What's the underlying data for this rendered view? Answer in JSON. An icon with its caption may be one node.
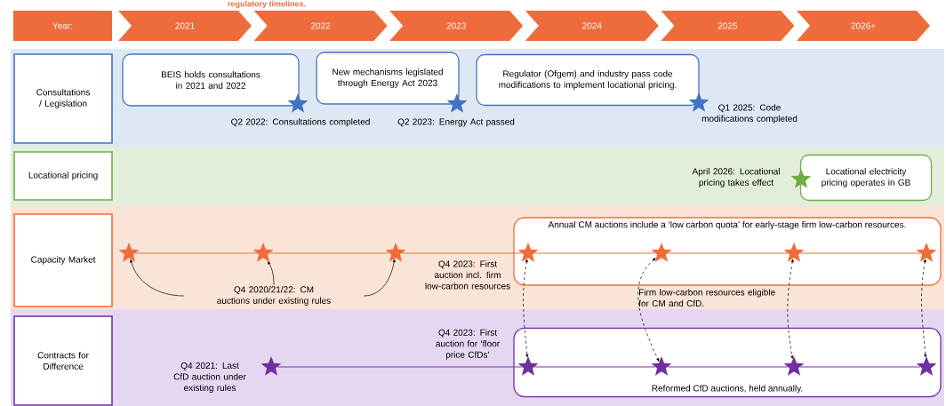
{
  "diagram": {
    "title": "regulatory timelines.",
    "nodes": [
      {
        "text": [
          "Year:"
        ]
      },
      {
        "text": [
          "2021"
        ]
      },
      {
        "text": [
          "2022"
        ]
      },
      {
        "text": [
          "2023"
        ]
      },
      {
        "text": [
          "2024"
        ]
      },
      {
        "text": [
          "2025"
        ]
      },
      {
        "text": [
          "2026+"
        ]
      },
      {
        "text": [
          "Consultations / Legislation"
        ]
      },
      {
        "text": [
          "Locational pricing"
        ]
      },
      {
        "text": [
          "Capacity Market"
        ]
      },
      {
        "text": [
          "Contracts for Difference"
        ]
      },
      {
        "text": [
          "BEIS holds consultations in 2021 and 2022"
        ]
      },
      {
        "text": [
          "New mechanisms legislated through Energy Act 2023"
        ]
      },
      {
        "text": [
          "Regulator (Ofgem) and industry pass code modifications to implement locational pricing."
        ]
      },
      {
        "text": [
          "Locational electricity pricing operates in GB"
        ]
      },
      {
        "text": [
          "Annual CM auctions include a ‘low carbon quota’ for early-stage firm low-carbon resources."
        ]
      },
      {
        "text": [
          "Reformed CfD auctions, held annually."
        ]
      },
      {
        "text": [],
        "shape": "star",
        "beside": [
          "Q2 2022: Consultations completed"
        ]
      },
      {
        "text": [],
        "shape": "star",
        "beside": [
          "Q2 2023: Energy Act passed"
        ]
      },
      {
        "text": [],
        "shape": "star",
        "beside": [
          "Q1 2025: Code modifications completed"
        ]
      },
      {
        "text": [],
        "shape": "star",
        "beside": [
          "April 2026: Locational pricing takes effect"
        ]
      },
      {
        "text": [],
        "shape": "star"
      },
      {
        "text": [],
        "shape": "star"
      },
      {
        "text": [],
        "shape": "star"
      },
      {
        "text": [],
        "shape": "star",
        "beside": [
          "Q4 2023: First auction incl. firm low-carbon resources"
        ],
        "in": 15
      },
      {
        "text": [],
        "shape": "star",
        "in": 15
      },
      {
        "text": [],
        "shape": "star",
        "in": 15
      },
      {
        "text": [],
        "shape": "star",
        "in": 15
      },
      {
        "text": [
          "Q4 2020/21/22: CM auctions under existing rules"
        ]
      },
      {
        "text": [],
        "shape": "star",
        "beside": [
          "Q4 2021: Last CfD auction under existing rules"
        ]
      },
      {
        "text": [],
        "shape": "star",
        "beside": [
          "Q4 2023: First auction for ‘floor price CfDs’"
        ],
        "in": 16
      },
      {
        "text": [],
        "shape": "star",
        "in": 16
      },
      {
        "text": [],
        "shape": "star",
        "in": 16
      },
      {
        "text": [],
        "shape": "star",
        "in": 16
      }
    ],
    "edges": [
      {
        "from": 21,
        "to": 22,
        "arrow": "none",
        "color": "#f26b3a"
      },
      {
        "from": 22,
        "to": 23,
        "arrow": "none",
        "color": "#f26b3a"
      },
      {
        "from": 23,
        "to": 24,
        "arrow": "none",
        "color": "#f26b3a"
      },
      {
        "from": 24,
        "to": 25,
        "arrow": "none",
        "color": "#f26b3a"
      },
      {
        "from": 25,
        "to": 26,
        "arrow": "none",
        "color": "#f26b3a"
      },
      {
        "from": 26,
        "to": 27,
        "arrow": "none",
        "color": "#f26b3a"
      },
      {
        "from": 29,
        "to": 30,
        "arrow": "none",
        "color": "#7030a0"
      },
      {
        "from": 30,
        "to": 31,
        "arrow": "none",
        "color": "#7030a0"
      },
      {
        "from": 31,
        "to": 32,
        "arrow": "none",
        "color": "#7030a0"
      },
      {
        "from": 32,
        "to": 33,
        "arrow": "none",
        "color": "#7030a0"
      },
      {
        "from": 28,
        "to": 21,
        "arrow": "to"
      },
      {
        "from": 28,
        "to": 22,
        "arrow": "to"
      },
      {
        "from": 28,
        "to": 23,
        "arrow": "to"
      },
      {
        "from": 24,
        "to": 30,
        "arrow": "both",
        "style": "dashed"
      },
      {
        "from": 25,
        "to": 31,
        "arrow": "both",
        "style": "dashed"
      },
      {
        "from": 26,
        "to": 32,
        "arrow": "both",
        "style": "dashed"
      },
      {
        "from": 27,
        "to": 33,
        "arrow": "both",
        "style": "dashed"
      }
    ],
    "labels": [
      "Firm low-carbon resources eligible for CM and CfD."
    ]
  }
}
